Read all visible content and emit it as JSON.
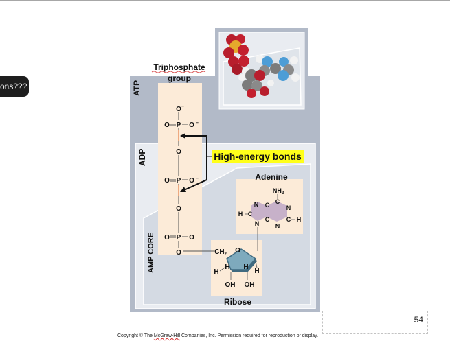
{
  "tooltip": {
    "text": "ons???"
  },
  "page": {
    "number": "54"
  },
  "copyright": {
    "prefix": "Copyright © The ",
    "company": "McGraw-Hill",
    "suffix": " Companies, Inc. Permission required for reproduction or display."
  },
  "labels": {
    "atp": "ATP",
    "adp": "ADP",
    "amp_core": "AMP CORE",
    "triphosphate_line1": "Triphosphate",
    "triphosphate_line2": "group",
    "high_energy": "High-energy bonds",
    "adenine": "Adenine",
    "ribose": "Ribose"
  },
  "phosphates": {
    "o_minus": "O",
    "minus": "–",
    "o": "O",
    "p": "P"
  },
  "adenine_atoms": {
    "nh": "NH",
    "sub2": "2",
    "n": "N",
    "c": "C",
    "h": "H"
  },
  "ribose_atoms": {
    "ch": "CH",
    "sub2": "2",
    "o": "O",
    "h": "H",
    "oh": "OH"
  },
  "colors": {
    "slate": "#b2bac8",
    "panel": "#e9ecf1",
    "cream": "#fcebd8",
    "highlight": "#ffff1a",
    "ring": "#b9a3c6",
    "ribose_ring": "#5d8aa0"
  }
}
